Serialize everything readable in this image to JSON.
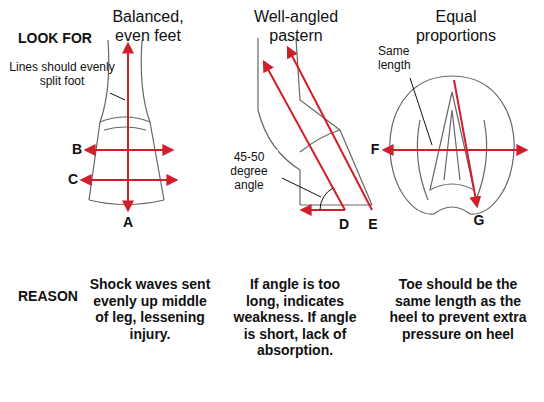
{
  "diagram": {
    "labels": [
      "LOOK FOR",
      "Balanced, even feet",
      "Well-angled pastern",
      "Equal proportions",
      "Lines should evenly split foot",
      "B",
      "C",
      "A",
      "45-50 degree angle",
      "D",
      "E",
      "Same length",
      "F",
      "G",
      "REASON",
      "Shock waves sent evenly up middle of leg, lessening injury.",
      "If angle is too long, indicates weakness. If angle is short, lack of absorption.",
      "Toe should be the same length as the heel to prevent extra pressure on heel"
    ]
  }
}
